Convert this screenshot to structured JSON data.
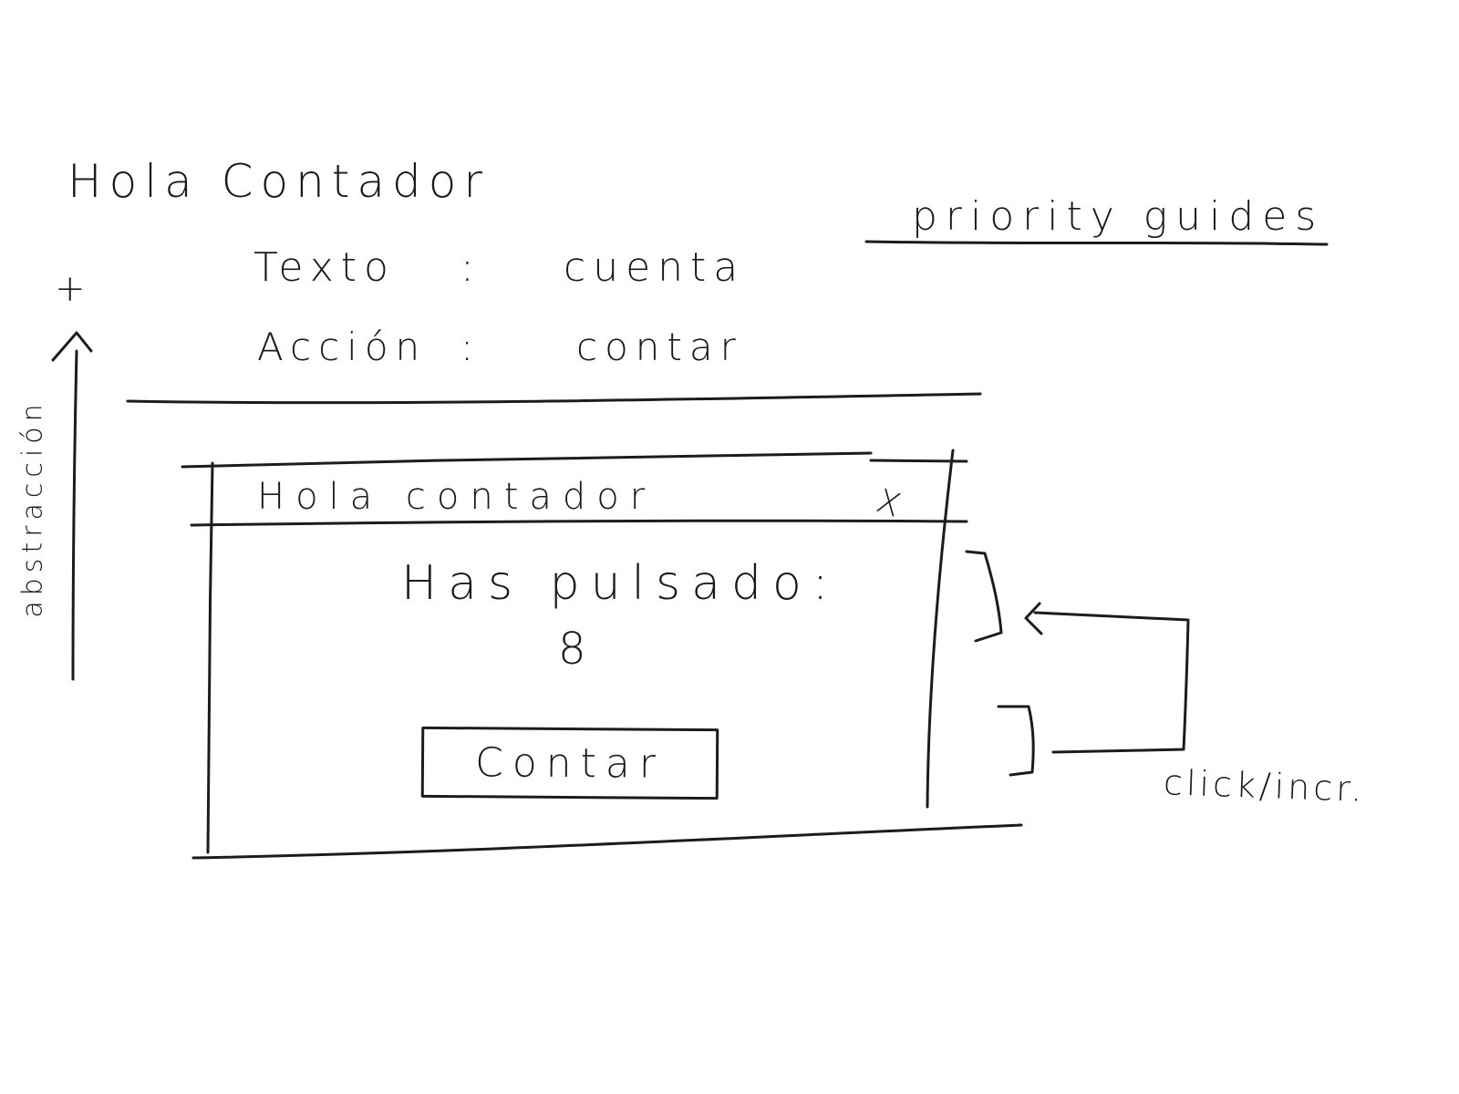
{
  "spec": {
    "title": "Hola Contador",
    "fields": [
      {
        "key": "Texto",
        "sep": ":",
        "value": "cuenta"
      },
      {
        "key": "Acción",
        "sep": ":",
        "value": "contar"
      }
    ]
  },
  "priority_guides_label": "priority guides",
  "axis": {
    "plus": "+",
    "label": "abstracción"
  },
  "window": {
    "title": "Hola contador",
    "close_glyph": "X",
    "message": "Has pulsado:",
    "count": 8,
    "button_label": "Contar"
  },
  "annotation": "click/incr."
}
